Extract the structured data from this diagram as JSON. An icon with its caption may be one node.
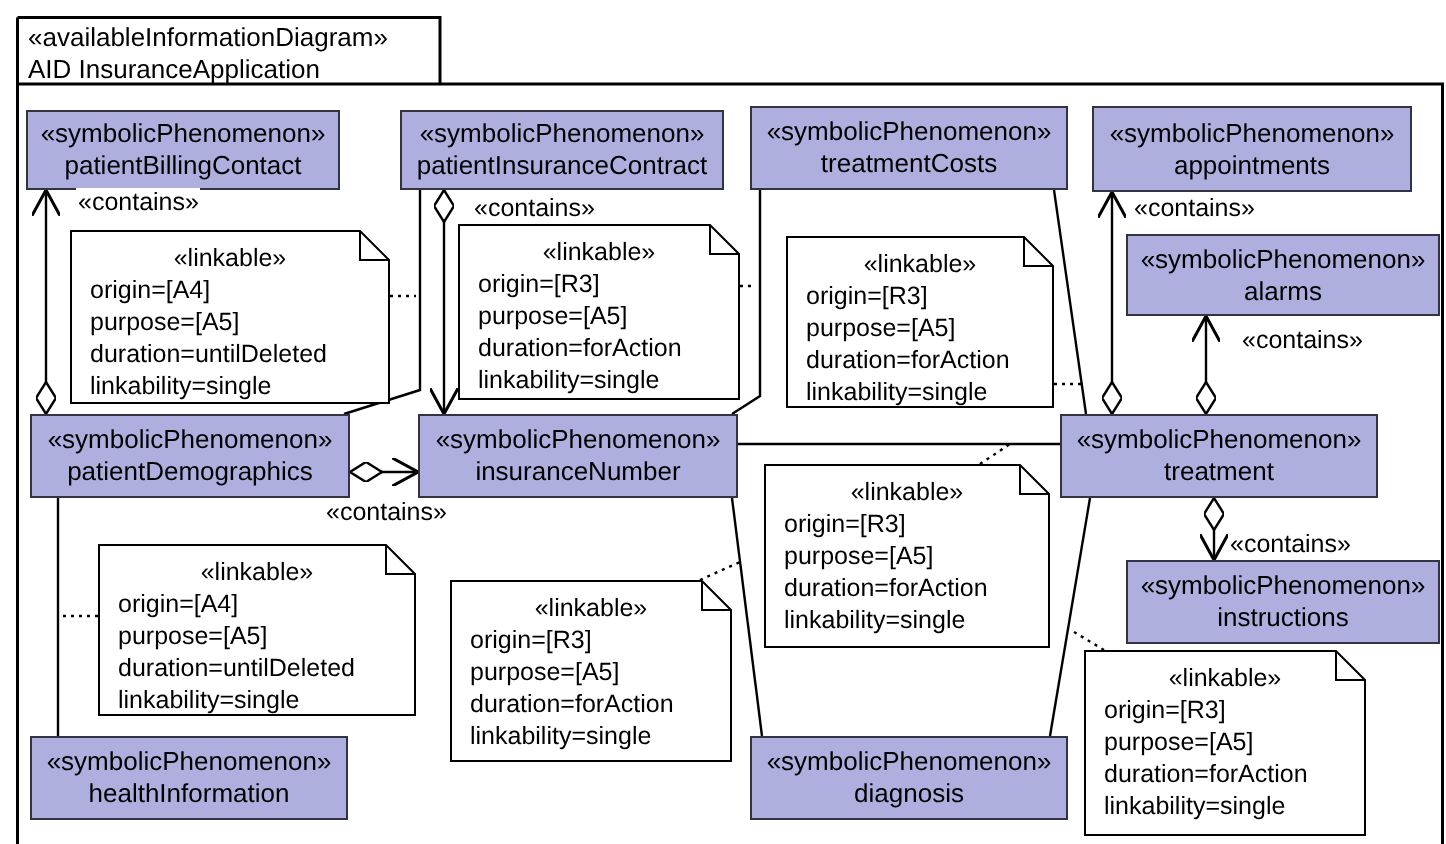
{
  "diagram": {
    "nodes": [
      {
        "text": [
          "«availableInformationDiagram»",
          "AID InsuranceApplication"
        ]
      },
      {
        "text": [
          "«symbolicPhenomenon»",
          "patientBillingContact"
        ],
        "in": 0
      },
      {
        "text": [
          "«symbolicPhenomenon»",
          "patientInsuranceContract"
        ],
        "in": 0
      },
      {
        "text": [
          "«symbolicPhenomenon»",
          "treatmentCosts"
        ],
        "in": 0
      },
      {
        "text": [
          "«symbolicPhenomenon»",
          "appointments"
        ],
        "in": 0
      },
      {
        "text": [
          "«symbolicPhenomenon»",
          "alarms"
        ],
        "in": 0
      },
      {
        "text": [
          "«symbolicPhenomenon»",
          "patientDemographics"
        ],
        "in": 0
      },
      {
        "text": [
          "«symbolicPhenomenon»",
          "insuranceNumber"
        ],
        "in": 0
      },
      {
        "text": [
          "«symbolicPhenomenon»",
          "treatment"
        ],
        "in": 0
      },
      {
        "text": [
          "«symbolicPhenomenon»",
          "instructions"
        ],
        "in": 0
      },
      {
        "text": [
          "«symbolicPhenomenon»",
          "healthInformation"
        ],
        "in": 0
      },
      {
        "text": [
          "«symbolicPhenomenon»",
          "diagnosis"
        ],
        "in": 0
      },
      {
        "text": [
          "«linkable»",
          "origin=[A4]",
          "purpose=[A5]",
          "duration=untilDeleted",
          "linkability=single"
        ],
        "in": 0
      },
      {
        "text": [
          "«linkable»",
          "origin=[R3]",
          "purpose=[A5]",
          "duration=forAction",
          "linkability=single"
        ],
        "in": 0
      },
      {
        "text": [
          "«linkable»",
          "origin=[R3]",
          "purpose=[A5]",
          "duration=forAction",
          "linkability=single"
        ],
        "in": 0
      },
      {
        "text": [
          "«linkable»",
          "origin=[R3]",
          "purpose=[A5]",
          "duration=forAction",
          "linkability=single"
        ],
        "in": 0
      },
      {
        "text": [
          "«linkable»",
          "origin=[A4]",
          "purpose=[A5]",
          "duration=untilDeleted",
          "linkability=single"
        ],
        "in": 0
      },
      {
        "text": [
          "«linkable»",
          "origin=[R3]",
          "purpose=[A5]",
          "duration=forAction",
          "linkability=single"
        ],
        "in": 0
      },
      {
        "text": [
          "«linkable»",
          "origin=[R3]",
          "purpose=[A5]",
          "duration=forAction",
          "linkability=single"
        ],
        "in": 0
      }
    ],
    "edges": [
      {
        "from": 6,
        "to": 1,
        "arrow": "to",
        "label": "«contains»"
      },
      {
        "from": 2,
        "to": 7,
        "arrow": "to",
        "label": "«contains»"
      },
      {
        "from": 6,
        "to": 7,
        "arrow": "to",
        "label": "«contains»"
      },
      {
        "from": 8,
        "to": 4,
        "arrow": "to",
        "label": "«contains»"
      },
      {
        "from": 8,
        "to": 5,
        "arrow": "to",
        "label": "«contains»"
      },
      {
        "from": 8,
        "to": 9,
        "arrow": "to",
        "label": "«contains»"
      },
      {
        "from": 6,
        "to": 2,
        "arrow": "none"
      },
      {
        "from": 7,
        "to": 3,
        "arrow": "none"
      },
      {
        "from": 3,
        "to": 8,
        "arrow": "none"
      },
      {
        "from": 7,
        "to": 8,
        "arrow": "none"
      },
      {
        "from": 6,
        "to": 10,
        "arrow": "none"
      },
      {
        "from": 7,
        "to": 11,
        "arrow": "none"
      },
      {
        "from": 8,
        "to": 11,
        "arrow": "none"
      },
      {
        "from": 12,
        "to": null,
        "arrow": "none",
        "style": "dashed"
      },
      {
        "from": 13,
        "to": null,
        "arrow": "none",
        "style": "dashed"
      },
      {
        "from": 14,
        "to": null,
        "arrow": "none",
        "style": "dashed"
      },
      {
        "from": 15,
        "to": null,
        "arrow": "none",
        "style": "dashed"
      },
      {
        "from": 16,
        "to": null,
        "arrow": "none",
        "style": "dashed"
      },
      {
        "from": 17,
        "to": null,
        "arrow": "none",
        "style": "dashed"
      },
      {
        "from": 18,
        "to": null,
        "arrow": "none",
        "style": "dashed"
      }
    ]
  }
}
